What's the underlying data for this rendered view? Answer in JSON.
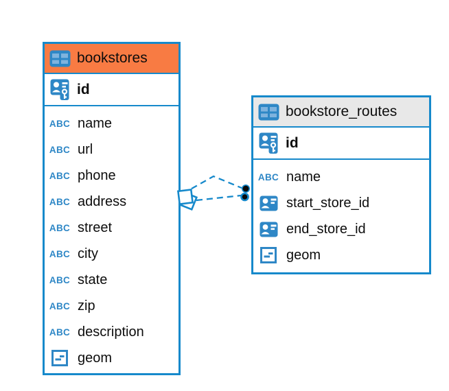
{
  "colors": {
    "table_border": "#1689cb",
    "icon_blue": "#2e87c6",
    "icon_cell_light": "#7fb3de",
    "bookstores_header": "#f87b43",
    "bookstore_routes_header": "#e8e8e8",
    "relationship_link": "#1689cb",
    "text": "#0d0d0d"
  },
  "icons": {
    "text_type_label": "ABC"
  },
  "tables": [
    {
      "name": "bookstores",
      "primary_key": "id",
      "columns": [
        {
          "name": "name",
          "type": "text"
        },
        {
          "name": "url",
          "type": "text"
        },
        {
          "name": "phone",
          "type": "text"
        },
        {
          "name": "address",
          "type": "text"
        },
        {
          "name": "street",
          "type": "text"
        },
        {
          "name": "city",
          "type": "text"
        },
        {
          "name": "state",
          "type": "text"
        },
        {
          "name": "zip",
          "type": "text"
        },
        {
          "name": "description",
          "type": "text"
        },
        {
          "name": "geom",
          "type": "geometry"
        }
      ]
    },
    {
      "name": "bookstore_routes",
      "primary_key": "id",
      "columns": [
        {
          "name": "name",
          "type": "text"
        },
        {
          "name": "start_store_id",
          "type": "reference"
        },
        {
          "name": "end_store_id",
          "type": "reference"
        },
        {
          "name": "geom",
          "type": "geometry"
        }
      ]
    }
  ],
  "relationships": [
    {
      "from_table": "bookstores",
      "to_table": "bookstore_routes",
      "style": "dashed"
    },
    {
      "from_table": "bookstores",
      "to_table": "bookstore_routes",
      "style": "dashed"
    }
  ]
}
